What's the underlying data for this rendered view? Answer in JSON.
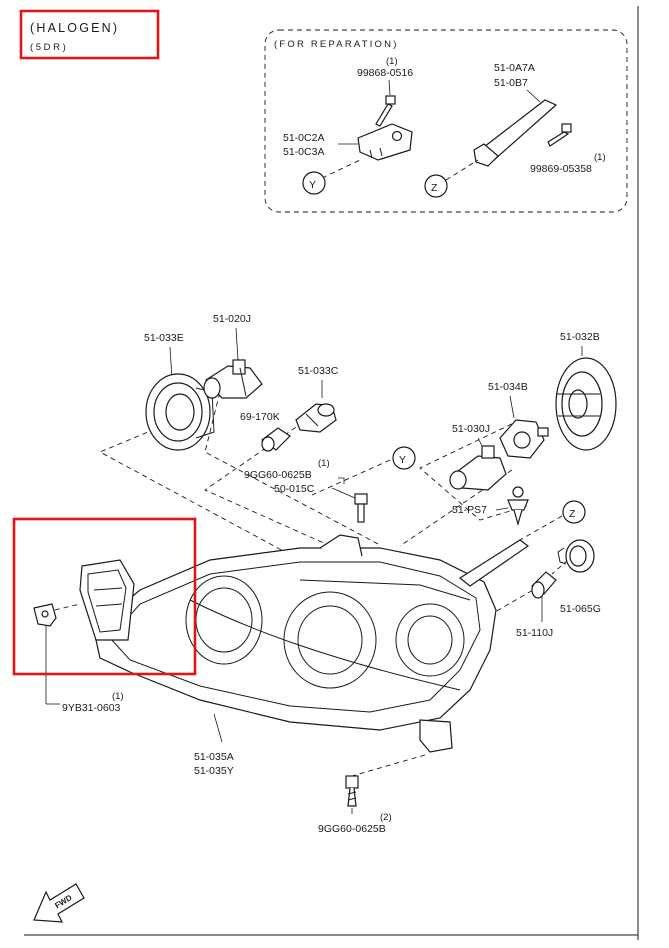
{
  "header": {
    "line1": "(HALOGEN)",
    "line2": "(5DR)"
  },
  "inset": {
    "title": "(FOR REPARATION)",
    "bolt_y": {
      "qty": "(1)",
      "part": "99868-0516"
    },
    "bracket_y": {
      "part1": "51-0C2A",
      "part2": "51-0C3A"
    },
    "bracket_z": {
      "part1": "51-0A7A",
      "part2": "51-0B7"
    },
    "bolt_z": {
      "qty": "(1)",
      "part": "99869-05358"
    },
    "callout_y": "Y",
    "callout_z": "Z"
  },
  "parts": {
    "cover_left": "51-033E",
    "bulb_low": "51-020J",
    "socket_c": "51-033C",
    "bulb_small": "69-170K",
    "bolt_top_qty": "(1)",
    "bolt_top": "9GG60-0625B",
    "bracket_50": "50-015C",
    "bulb_high": "51-030J",
    "socket_b": "51-034B",
    "cover_right": "51-032B",
    "clip": "51-PS7",
    "socket_g": "51-065G",
    "bulb_110": "51-110J",
    "clip_left_qty": "(1)",
    "clip_left": "9YB31-0603",
    "assembly_1": "51-035A",
    "assembly_2": "51-035Y",
    "bolt_bottom_qty": "(2)",
    "bolt_bottom": "9GG60-0625B",
    "callout_y": "Y",
    "callout_z": "Z"
  },
  "fwd": "FWD"
}
